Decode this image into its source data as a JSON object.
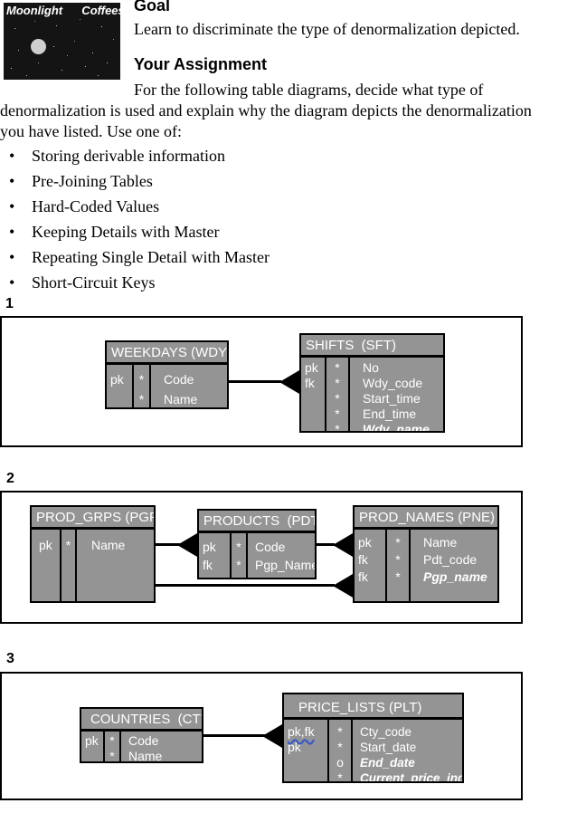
{
  "logo": {
    "title": "Moonlight  Coffees"
  },
  "goal": {
    "heading": "Goal",
    "body": "Learn to discriminate the type of denormalization depicted."
  },
  "assignment": {
    "heading": "Your Assignment",
    "line1": "For the following table diagrams, decide what type of",
    "line2": "denormalization is used and explain why the diagram depicts the denormalization",
    "line3": "you have listed. Use one of:",
    "bullet_char": "•",
    "bullets": [
      "Storing derivable information",
      "Pre-Joining Tables",
      "Hard-Coded Values",
      "Keeping Details with Master",
      "Repeating Single Detail with Master",
      "Short-Circuit Keys"
    ]
  },
  "diagrams": [
    {
      "number": "1",
      "tables": [
        {
          "title": "WEEKDAYS (WDY)",
          "rows": [
            {
              "key": "pk",
              "opt": "*",
              "name": "Code"
            },
            {
              "key": "",
              "opt": "*",
              "name": "Name"
            }
          ]
        },
        {
          "title": "SHIFTS  (SFT)",
          "rows": [
            {
              "key": "pk",
              "opt": "*",
              "name": "No"
            },
            {
              "key": "fk",
              "opt": "*",
              "name": "Wdy_code"
            },
            {
              "key": "",
              "opt": "*",
              "name": "Start_time"
            },
            {
              "key": "",
              "opt": "*",
              "name": "End_time"
            },
            {
              "key": "",
              "opt": "*",
              "name": "Wdy_name",
              "derived": true
            }
          ]
        }
      ]
    },
    {
      "number": "2",
      "tables": [
        {
          "title": "PROD_GRPS (PGP)",
          "rows": [
            {
              "key": "pk",
              "opt": "*",
              "name": "Name"
            }
          ]
        },
        {
          "title": "PRODUCTS  (PDT)",
          "rows": [
            {
              "key": "pk",
              "opt": "*",
              "name": "Code"
            },
            {
              "key": "fk",
              "opt": "*",
              "name": "Pgp_Name"
            }
          ]
        },
        {
          "title": "PROD_NAMES (PNE)",
          "rows": [
            {
              "key": "pk",
              "opt": "*",
              "name": "Name"
            },
            {
              "key": "fk",
              "opt": "*",
              "name": "Pdt_code"
            },
            {
              "key": "fk",
              "opt": "*",
              "name": "Pgp_name",
              "derived": true
            }
          ]
        }
      ]
    },
    {
      "number": "3",
      "tables": [
        {
          "title": "COUNTRIES  (CTY)",
          "rows": [
            {
              "key": "pk",
              "opt": "*",
              "name": "Code"
            },
            {
              "key": "",
              "opt": "*",
              "name": "Name"
            }
          ]
        },
        {
          "title": "PRICE_LISTS (PLT)",
          "rows": [
            {
              "key": "pk,fk",
              "opt": "*",
              "name": "Cty_code"
            },
            {
              "key": "pk",
              "opt": "*",
              "name": "Start_date"
            },
            {
              "key": "",
              "opt": "o",
              "name": "End_date",
              "derived": true
            },
            {
              "key": "",
              "opt": "*",
              "name": "Current_price_ind",
              "derived": true
            }
          ]
        }
      ]
    }
  ],
  "colors": {
    "table_fill": "#949494",
    "table_text": "#ffffff",
    "line": "#000000",
    "squiggle": "#3355cc"
  }
}
